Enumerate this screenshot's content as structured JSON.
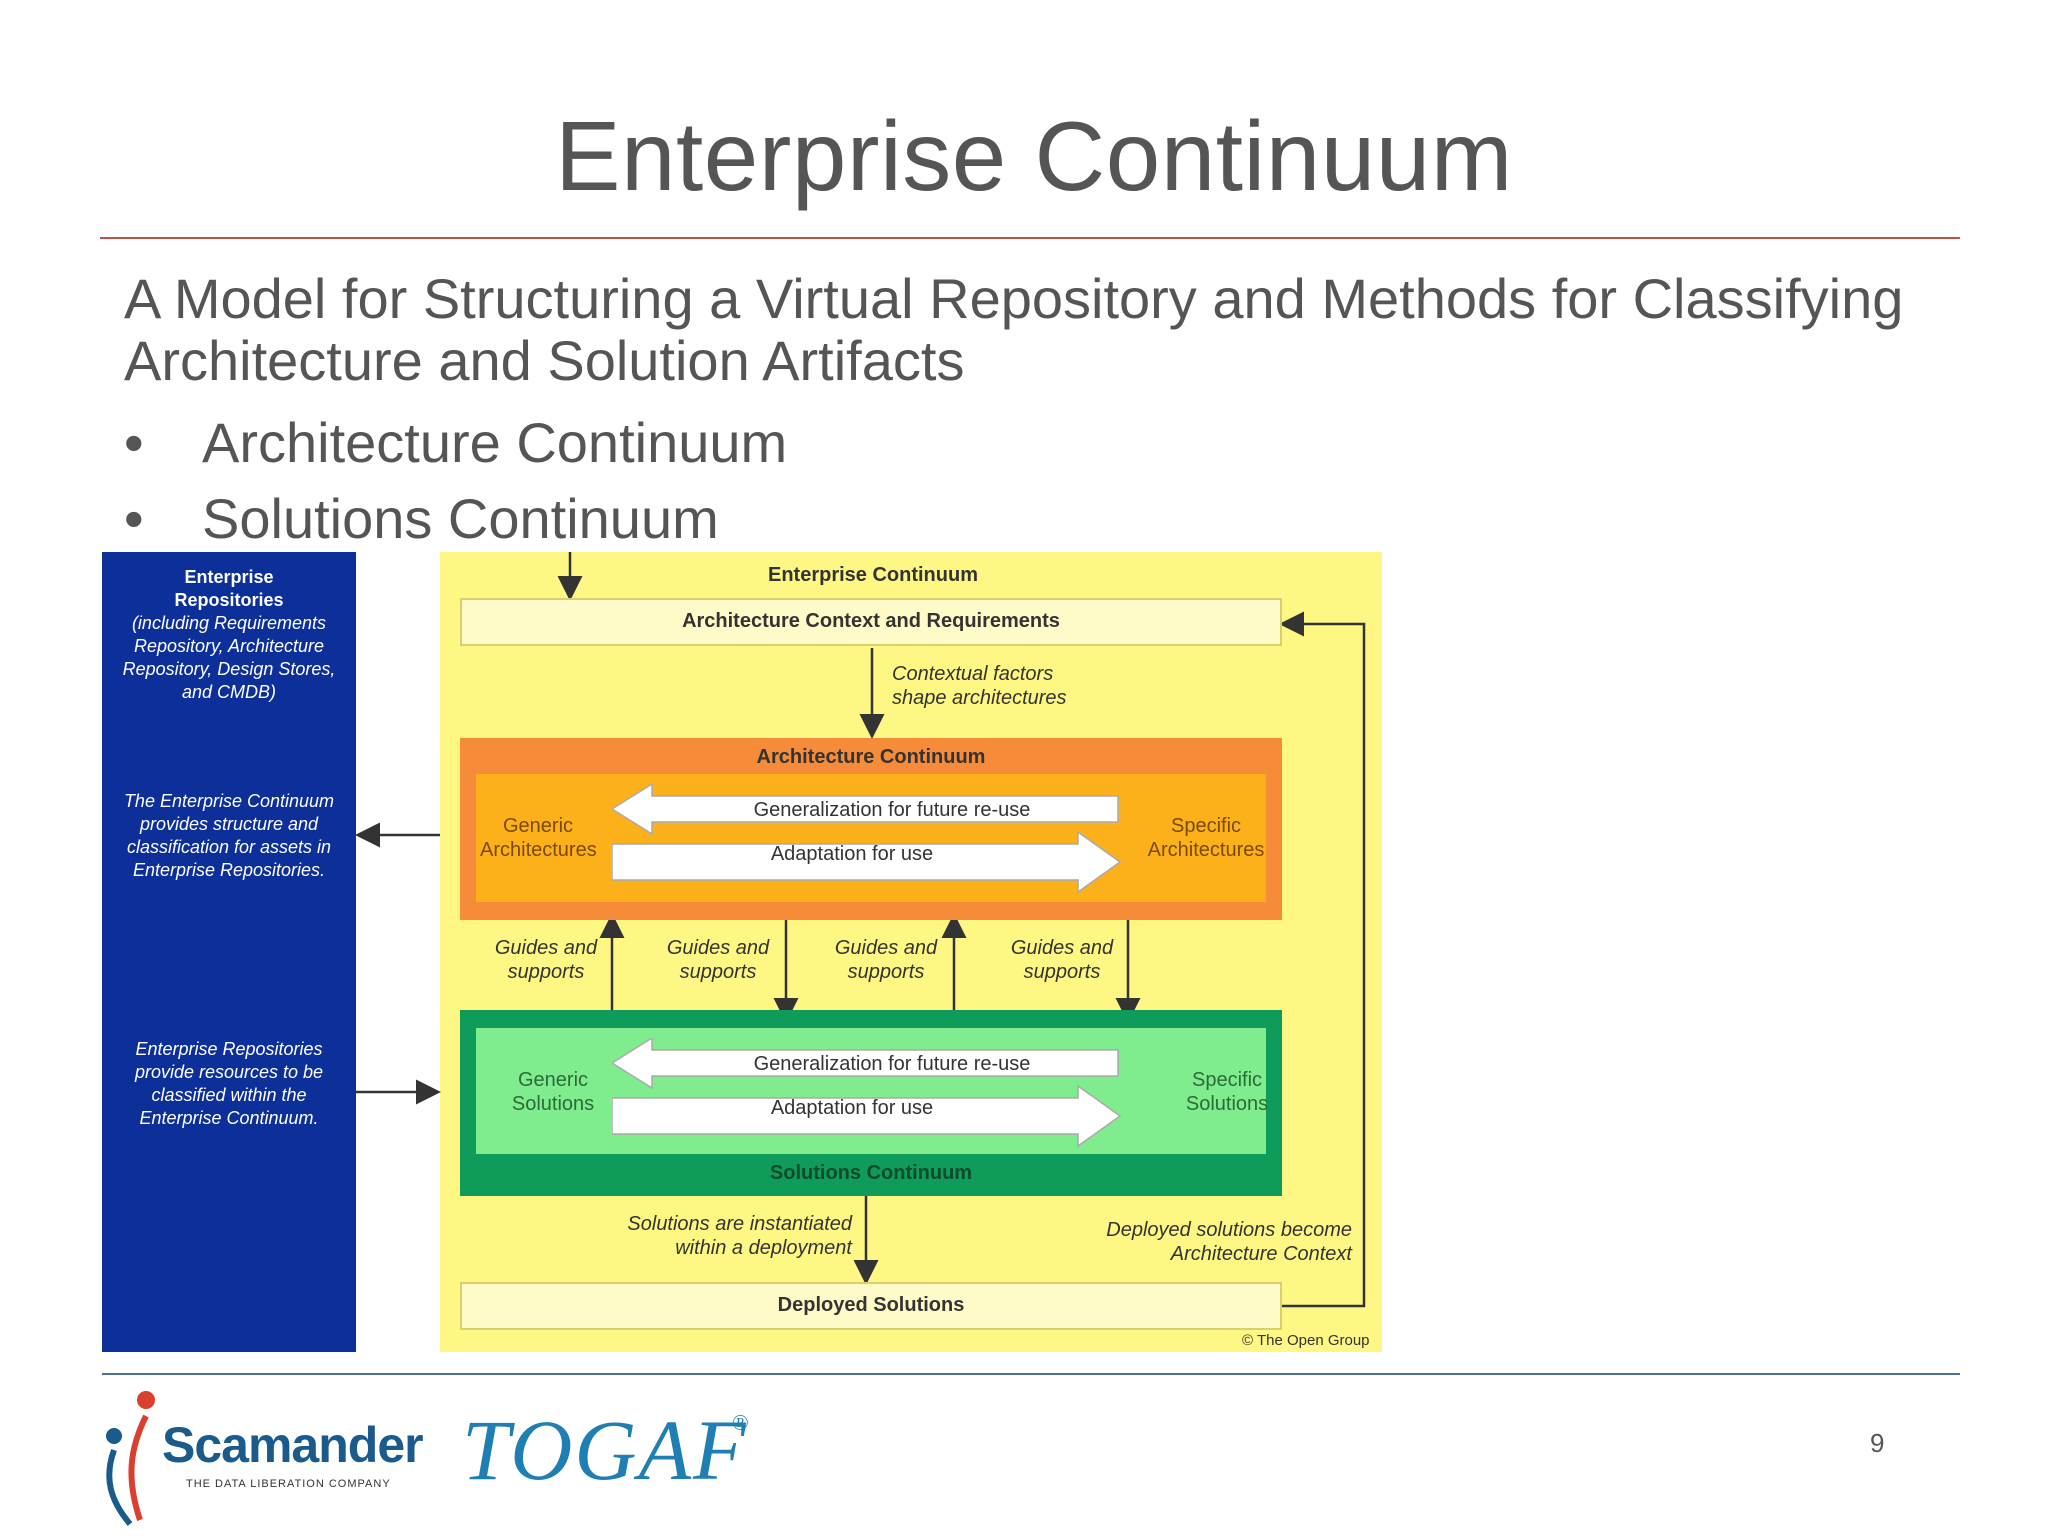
{
  "slide": {
    "title": "Enterprise Continuum",
    "subtitle": "A Model for Structuring a Virtual Repository and Methods for Classifying Architecture and Solution Artifacts",
    "bullets": [
      "Architecture Continuum",
      "Solutions Continuum"
    ],
    "page_number": "9"
  },
  "diagram": {
    "left_panel": {
      "heading_line1": "Enterprise",
      "heading_line2": "Repositories",
      "heading_note": "(including Requirements Repository, Architecture Repository, Design Stores, and CMDB)",
      "note_structure": "The Enterprise Continuum provides structure and classification for assets in Enterprise Repositories.",
      "note_resources": "Enterprise Repositories provide resources to be classified within the Enterprise Continuum."
    },
    "title": "Enterprise Continuum",
    "context_box": "Architecture Context and Requirements",
    "contextual_factors": "Contextual factors shape architectures",
    "architecture_continuum": {
      "label": "Architecture Continuum",
      "generic": "Generic Architectures",
      "specific": "Specific Architectures",
      "generalization": "Generalization for future re-use",
      "adaptation": "Adaptation for use"
    },
    "guides_label": "Guides and supports",
    "solutions_continuum": {
      "label": "Solutions Continuum",
      "generic": "Generic Solutions",
      "specific": "Specific Solutions",
      "generalization": "Generalization for future re-use",
      "adaptation": "Adaptation for use"
    },
    "instantiated_note": "Solutions are instantiated within a deployment",
    "deployed_note": "Deployed solutions become Architecture Context",
    "deployed_box": "Deployed Solutions",
    "copyright": "© The Open Group"
  },
  "logos": {
    "scamander_name": "Scamander",
    "scamander_tagline": "THE DATA LIBERATION COMPANY",
    "togaf": "TOGAF",
    "togaf_mark": "®"
  },
  "colors": {
    "title_rule": "#c0504d",
    "footer_rule": "#4f6f99",
    "blue_panel": "#0c2f9a",
    "yellow_panel": "#fff784",
    "arch_outer": "#f68b3a",
    "arch_inner": "#fcb11a",
    "sol_outer": "#0f9c5a",
    "sol_inner": "#7fed8d"
  }
}
